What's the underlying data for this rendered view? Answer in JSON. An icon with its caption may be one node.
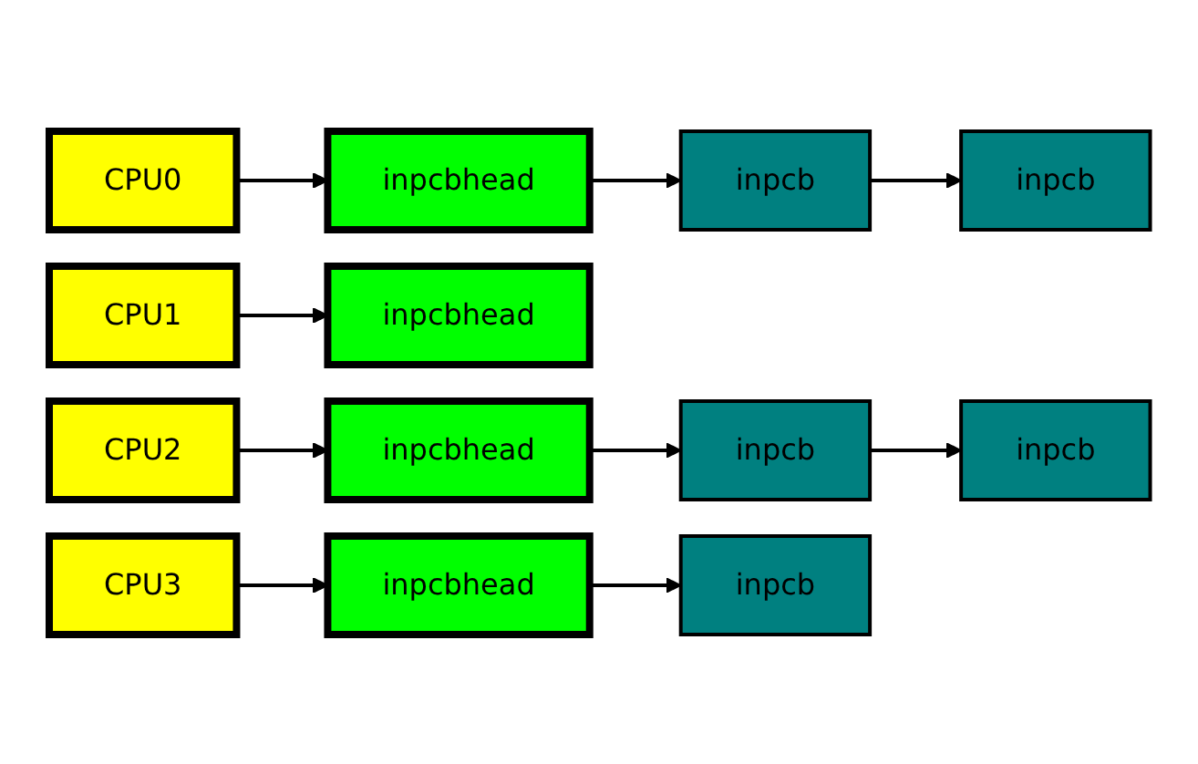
{
  "diagram": {
    "nodes": [
      {
        "text": [
          "CPU0"
        ]
      },
      {
        "text": [
          "CPU1"
        ]
      },
      {
        "text": [
          "CPU2"
        ]
      },
      {
        "text": [
          "CPU3"
        ]
      },
      {
        "text": [
          "inpcbhead"
        ]
      },
      {
        "text": [
          "inpcbhead"
        ]
      },
      {
        "text": [
          "inpcbhead"
        ]
      },
      {
        "text": [
          "inpcbhead"
        ]
      },
      {
        "text": [
          "inpcb"
        ]
      },
      {
        "text": [
          "inpcb"
        ]
      },
      {
        "text": [
          "inpcb"
        ]
      },
      {
        "text": [
          "inpcb"
        ]
      },
      {
        "text": [
          "inpcb"
        ]
      }
    ],
    "edges": [
      {
        "from": 0,
        "to": 4,
        "arrow": "to"
      },
      {
        "from": 1,
        "to": 5,
        "arrow": "to"
      },
      {
        "from": 2,
        "to": 6,
        "arrow": "to"
      },
      {
        "from": 3,
        "to": 7,
        "arrow": "to"
      },
      {
        "from": 4,
        "to": 8,
        "arrow": "to"
      },
      {
        "from": 8,
        "to": 9,
        "arrow": "to"
      },
      {
        "from": 6,
        "to": 10,
        "arrow": "to"
      },
      {
        "from": 10,
        "to": 11,
        "arrow": "to"
      },
      {
        "from": 7,
        "to": 12,
        "arrow": "to"
      }
    ]
  }
}
